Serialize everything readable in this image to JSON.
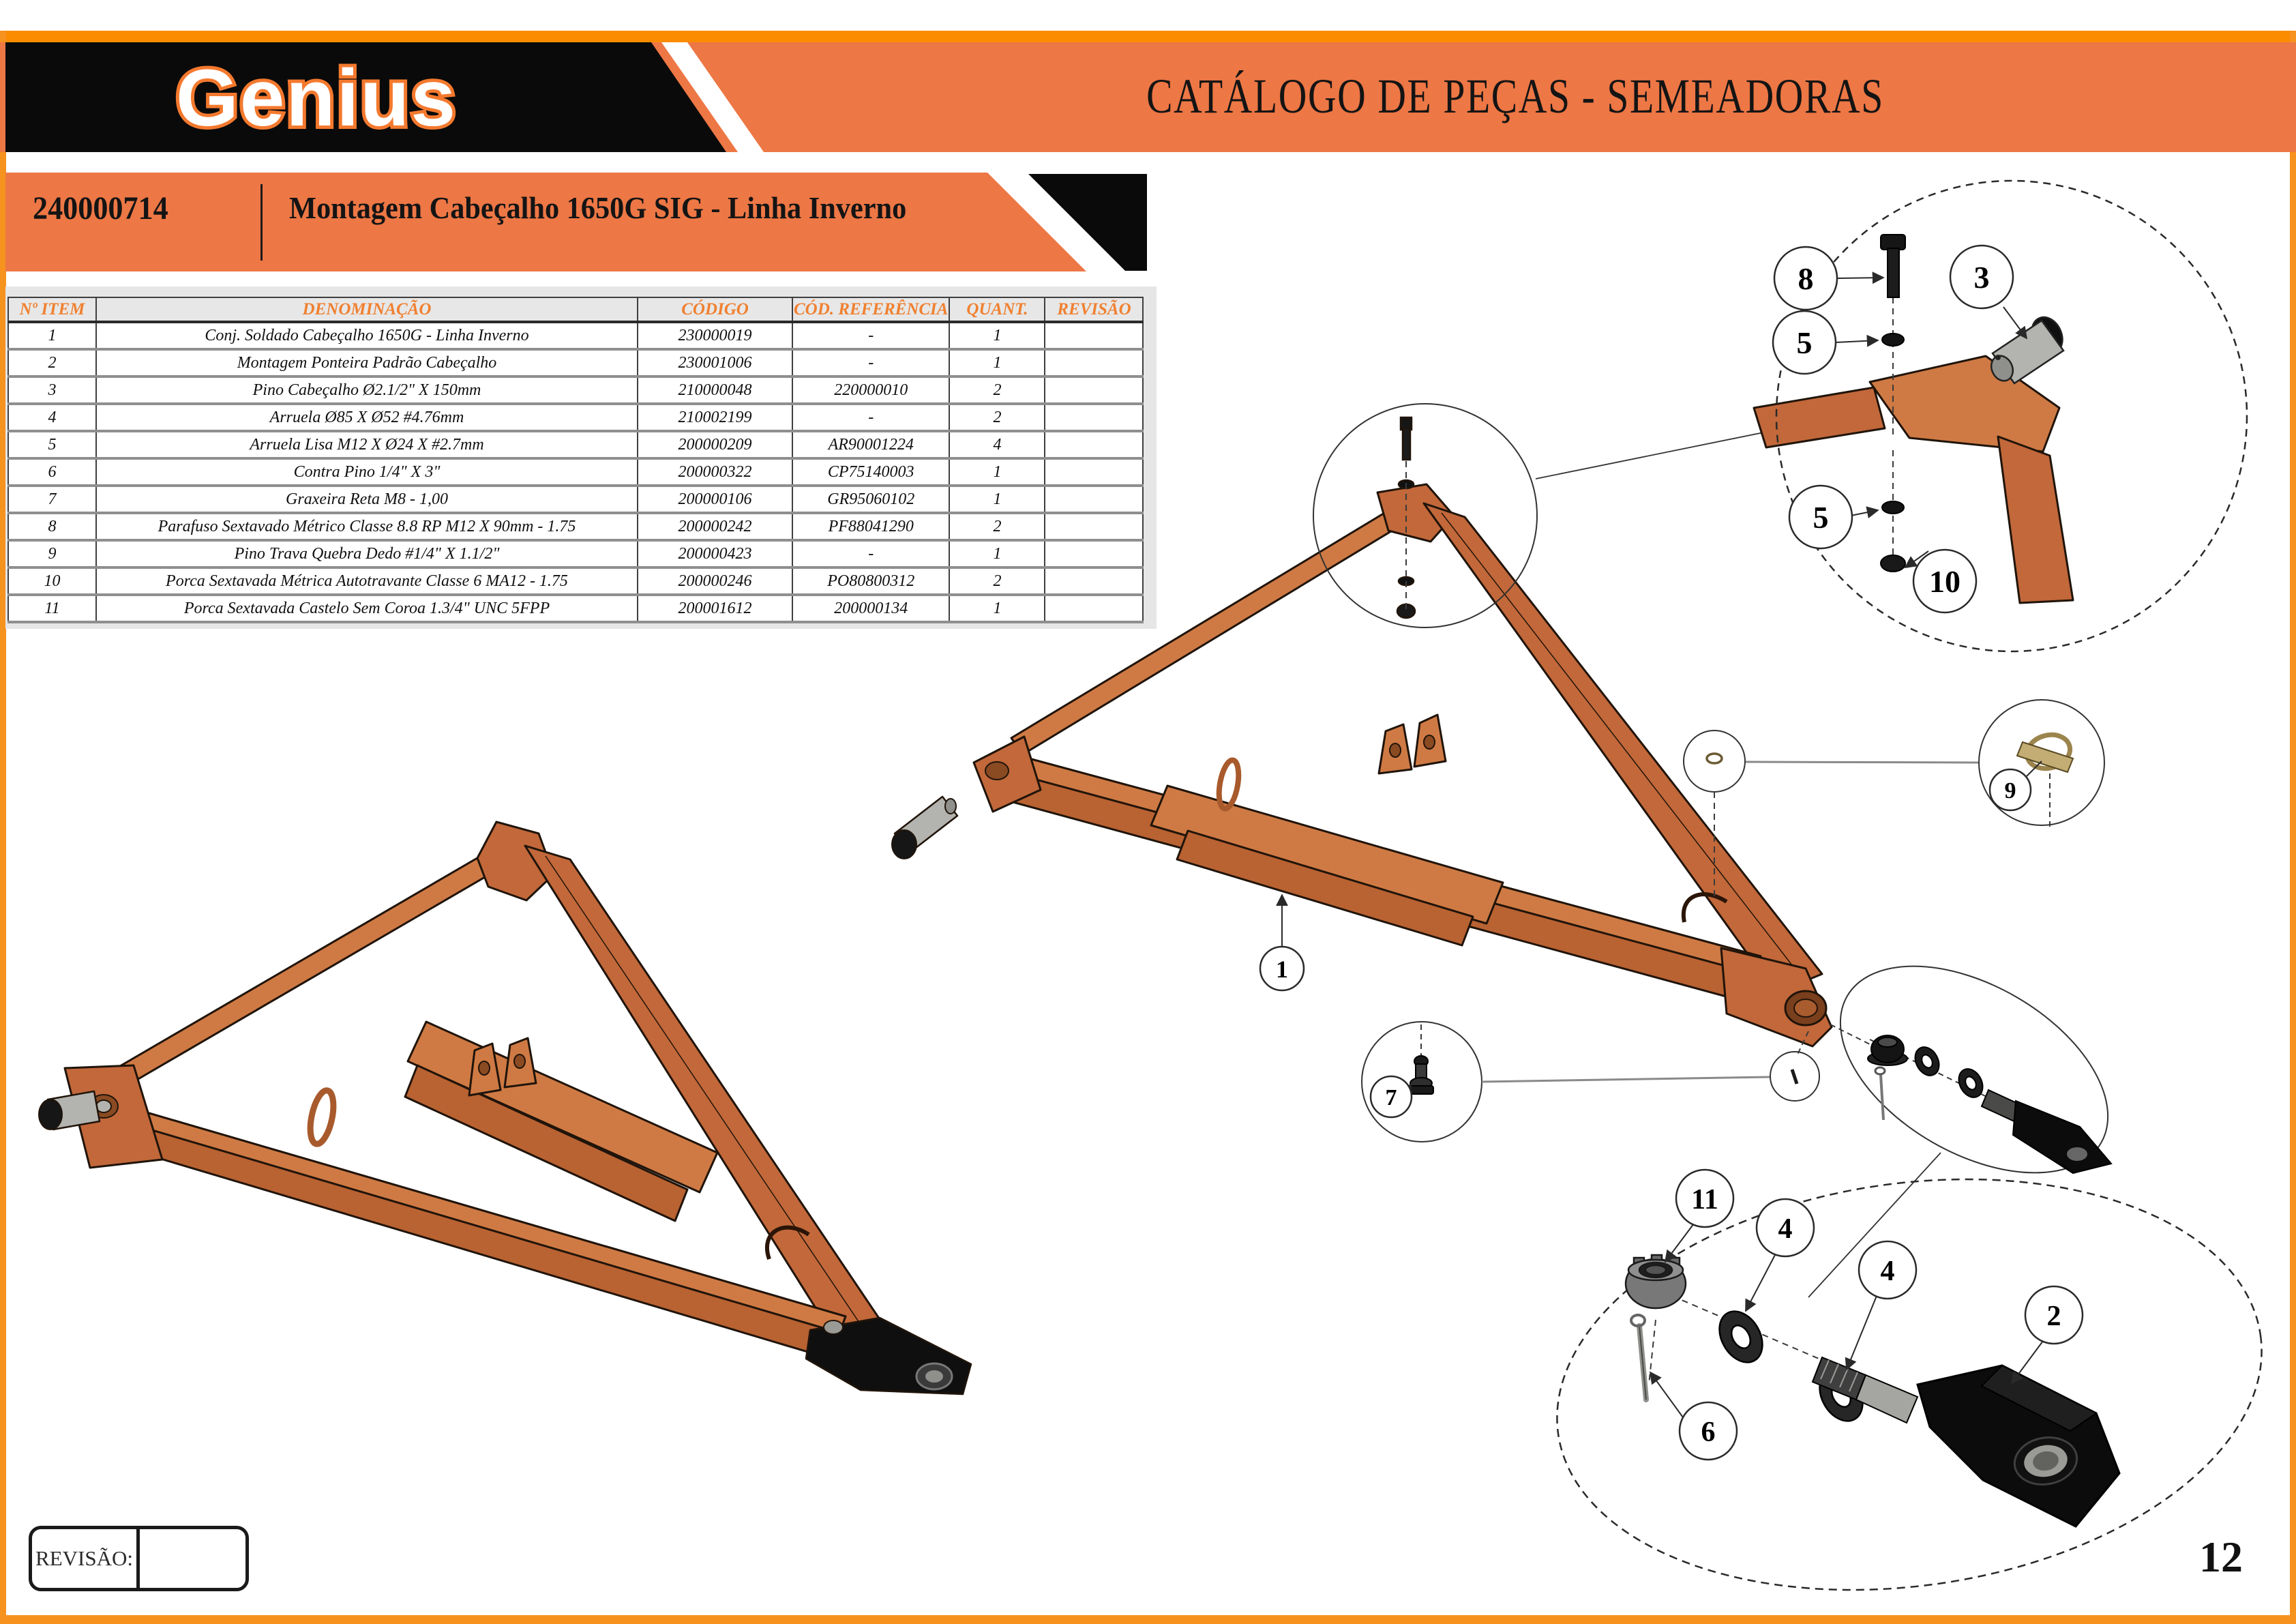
{
  "header": {
    "brand": "Genius",
    "title": "CATÁLOGO DE PEÇAS - SEMEADORAS"
  },
  "banner": {
    "code": "240000714",
    "title": "Montagem Cabeçalho 1650G SIG - Linha Inverno"
  },
  "table": {
    "headers": [
      "Nº ITEM",
      "DENOMINAÇÃO",
      "CÓDIGO",
      "CÓD. REFERÊNCIA",
      "QUANT.",
      "REVISÃO"
    ],
    "rows": [
      [
        "1",
        "Conj. Soldado Cabeçalho 1650G - Linha Inverno",
        "230000019",
        "-",
        "1",
        ""
      ],
      [
        "2",
        "Montagem Ponteira Padrão Cabeçalho",
        "230001006",
        "-",
        "1",
        ""
      ],
      [
        "3",
        "Pino Cabeçalho Ø2.1/2\" X 150mm",
        "210000048",
        "220000010",
        "2",
        ""
      ],
      [
        "4",
        "Arruela Ø85 X Ø52 #4.76mm",
        "210002199",
        "-",
        "2",
        ""
      ],
      [
        "5",
        "Arruela Lisa M12 X Ø24 X #2.7mm",
        "200000209",
        "AR90001224",
        "4",
        ""
      ],
      [
        "6",
        "Contra Pino 1/4\" X 3\"",
        "200000322",
        "CP75140003",
        "1",
        ""
      ],
      [
        "7",
        "Graxeira Reta M8 - 1,00",
        "200000106",
        "GR95060102",
        "1",
        ""
      ],
      [
        "8",
        "Parafuso Sextavado Métrico Classe 8.8 RP M12 X 90mm - 1.75",
        "200000242",
        "PF88041290",
        "2",
        ""
      ],
      [
        "9",
        "Pino Trava Quebra Dedo #1/4\" X 1.1/2\"",
        "200000423",
        "-",
        "1",
        ""
      ],
      [
        "10",
        "Porca Sextavada Métrica Autotravante Classe 6 MA12 - 1.75",
        "200000246",
        "PO80800312",
        "2",
        ""
      ],
      [
        "11",
        "Porca Sextavada Castelo Sem Coroa 1.3/4\" UNC 5FPP",
        "200001612",
        "200000134",
        "1",
        ""
      ]
    ]
  },
  "callouts": {
    "n1": "1",
    "n2": "2",
    "n3": "3",
    "n4": "4",
    "n5": "5",
    "n6": "6",
    "n7": "7",
    "n8": "8",
    "n9": "9",
    "n10": "10",
    "n11": "11"
  },
  "revision": {
    "label": "REVISÃO:"
  },
  "page": {
    "number": "12"
  },
  "colors": {
    "band_orange": "#ED7745",
    "strip_orange": "#FB8C00",
    "border_orange": "#F6921E",
    "logo_outline_orange": "#F4792E",
    "table_header_text": "#F08030",
    "frame_orange": "#C2683A"
  }
}
